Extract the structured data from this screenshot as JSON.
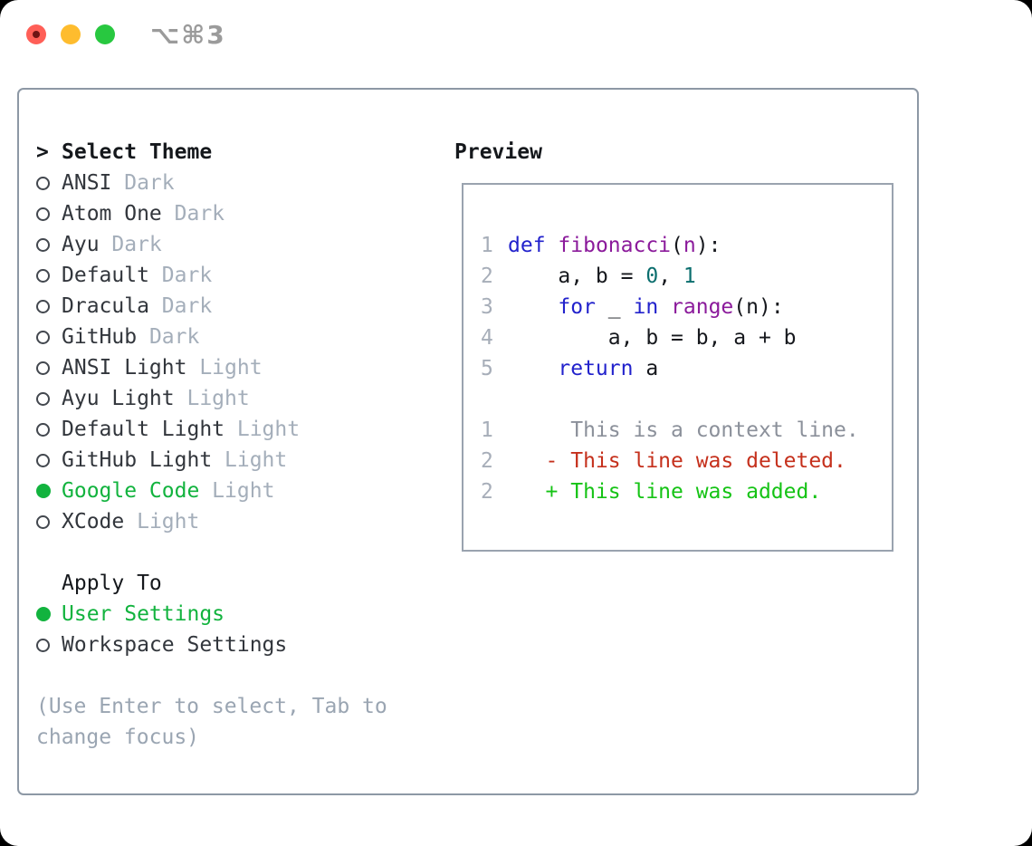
{
  "window": {
    "title": "⌥⌘3",
    "traffic_lights": {
      "close": "close-button",
      "minimize": "minimize-button",
      "zoom": "zoom-button"
    }
  },
  "theme_panel": {
    "prompt": ">",
    "title": "Select Theme",
    "themes": [
      {
        "name": "ANSI",
        "variant": "Dark",
        "selected": false
      },
      {
        "name": "Atom One",
        "variant": "Dark",
        "selected": false
      },
      {
        "name": "Ayu",
        "variant": "Dark",
        "selected": false
      },
      {
        "name": "Default",
        "variant": "Dark",
        "selected": false
      },
      {
        "name": "Dracula",
        "variant": "Dark",
        "selected": false
      },
      {
        "name": "GitHub",
        "variant": "Dark",
        "selected": false
      },
      {
        "name": "ANSI Light",
        "variant": "Light",
        "selected": false
      },
      {
        "name": "Ayu Light",
        "variant": "Light",
        "selected": false
      },
      {
        "name": "Default Light",
        "variant": "Light",
        "selected": false
      },
      {
        "name": "GitHub Light",
        "variant": "Light",
        "selected": false
      },
      {
        "name": "Google Code",
        "variant": "Light",
        "selected": true
      },
      {
        "name": "XCode",
        "variant": "Light",
        "selected": false
      }
    ],
    "apply_to": {
      "title": "Apply To",
      "options": [
        {
          "label": "User Settings",
          "selected": true
        },
        {
          "label": "Workspace Settings",
          "selected": false
        }
      ]
    },
    "hint": "(Use Enter to select, Tab to change focus)"
  },
  "preview": {
    "title": "Preview",
    "lines": [
      {
        "num": "1",
        "segments": [
          {
            "text": "def",
            "style": "kw"
          },
          {
            "text": " ",
            "style": "pln"
          },
          {
            "text": "fibonacci",
            "style": "fn"
          },
          {
            "text": "(",
            "style": "pln"
          },
          {
            "text": "n",
            "style": "fn"
          },
          {
            "text": "):",
            "style": "pln"
          }
        ]
      },
      {
        "num": "2",
        "segments": [
          {
            "text": "    a, b = ",
            "style": "pln"
          },
          {
            "text": "0",
            "style": "lit"
          },
          {
            "text": ", ",
            "style": "pln"
          },
          {
            "text": "1",
            "style": "lit"
          }
        ]
      },
      {
        "num": "3",
        "segments": [
          {
            "text": "    ",
            "style": "pln"
          },
          {
            "text": "for",
            "style": "kw"
          },
          {
            "text": " _ ",
            "style": "pln"
          },
          {
            "text": "in",
            "style": "kw"
          },
          {
            "text": " ",
            "style": "pln"
          },
          {
            "text": "range",
            "style": "fn"
          },
          {
            "text": "(n):",
            "style": "pln"
          }
        ]
      },
      {
        "num": "4",
        "segments": [
          {
            "text": "        a, b = b, a + b",
            "style": "pln"
          }
        ]
      },
      {
        "num": "5",
        "segments": [
          {
            "text": "    ",
            "style": "pln"
          },
          {
            "text": "return",
            "style": "kw"
          },
          {
            "text": " a",
            "style": "pln"
          }
        ]
      },
      {
        "num": "",
        "segments": []
      },
      {
        "num": "1",
        "segments": [
          {
            "text": "     This is a context line.",
            "style": "ctx"
          }
        ]
      },
      {
        "num": "2",
        "segments": [
          {
            "text": "   - This line was deleted.",
            "style": "del"
          }
        ]
      },
      {
        "num": "2",
        "segments": [
          {
            "text": "   + This line was added.",
            "style": "add"
          }
        ]
      }
    ]
  },
  "colors": {
    "accent-green": "#12b33e",
    "traffic-red": "#ff5f57",
    "traffic-red-dot": "#6e1414",
    "traffic-yellow": "#febc2e",
    "traffic-green": "#28c840",
    "title-gray": "#9b9b9b",
    "panel-border": "#8d98a5",
    "preview-border": "#9aa3af",
    "text-dark": "#15181c",
    "item-name": "#32363c",
    "variant": "#a4aeba",
    "circle-outline": "#42474e",
    "kw": "#2222cc",
    "fn": "#8b1a9b",
    "lit": "#0b6e6e",
    "pln": "#16181d",
    "linenum": "#a7aeb9",
    "ctx": "#8b909a",
    "del": "#c5301c",
    "add": "#15c315",
    "hint": "#9aa5b2"
  }
}
